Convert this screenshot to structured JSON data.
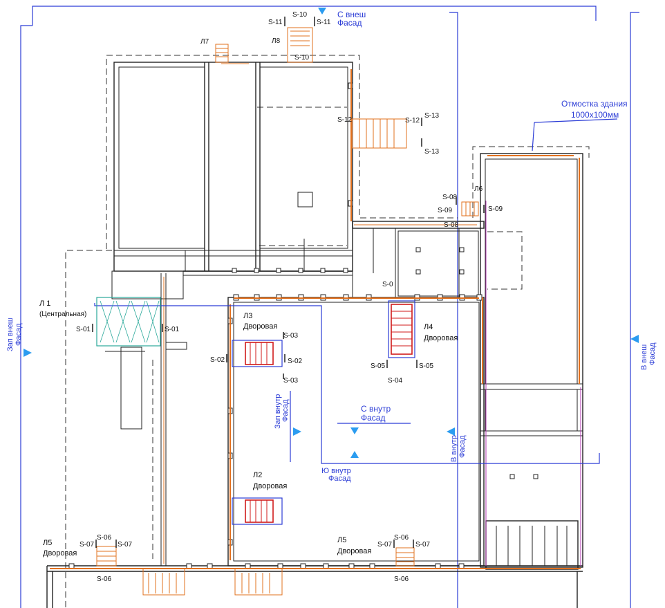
{
  "plan": {
    "facades": {
      "north_outer": [
        "С внеш",
        "Фасад"
      ],
      "east_outer": [
        "В внеш",
        "Фасад"
      ],
      "west_outer": [
        "Зап внеш",
        "Фасад"
      ],
      "north_inner": [
        "С внутр",
        "Фасад"
      ],
      "west_inner": [
        "Зап внутр",
        "Фасад"
      ],
      "east_inner": [
        "В внутр",
        "Фасад"
      ],
      "south_inner": [
        "Ю внутр",
        "Фасад"
      ]
    },
    "note": [
      "Отмостка здания",
      "1000х100мм"
    ],
    "stairs": {
      "l1": [
        "Л 1",
        "(Центральная)"
      ],
      "l2": [
        "Л2",
        "Дворовая"
      ],
      "l3": [
        "Л3",
        "Дворовая"
      ],
      "l4": [
        "Л4",
        "Дворовая"
      ],
      "l5_left": [
        "Л5",
        "Дворовая"
      ],
      "l5_right": [
        "Л5",
        "Дворовая"
      ],
      "l6": "Л6",
      "l7": "Л7",
      "l8": "Л8"
    },
    "sections": {
      "s01a": "S-01",
      "s01b": "S-01",
      "s02a": "S-02",
      "s02b": "S-02",
      "s03a": "S-03",
      "s03b": "S-03",
      "s04a": "S-04",
      "s04b": "S-0",
      "s05a": "S-05",
      "s05b": "S-05",
      "s06a": "S-06",
      "s06b": "S-06",
      "s06c": "S-06",
      "s06d": "S-06",
      "s07a": "S-07",
      "s07b": "S-07",
      "s07c": "S-07",
      "s07d": "S-07",
      "s08a": "S-08",
      "s08b": "S-08",
      "s09a": "S-09",
      "s09b": "S-09",
      "s10a": "S-10",
      "s10b": "S-10",
      "s11a": "S-11",
      "s11b": "S-11",
      "s12a": "S-12",
      "s12b": "S-12",
      "s13a": "S-13",
      "s13b": "S-13"
    }
  },
  "colors": {
    "wall": "#222222",
    "annotation_blue": "#2b3cd6",
    "stair_orange": "#e2701d",
    "stair_red": "#d01a1a",
    "glazing_teal": "#2aa89a",
    "magenta": "#b53ab5"
  }
}
